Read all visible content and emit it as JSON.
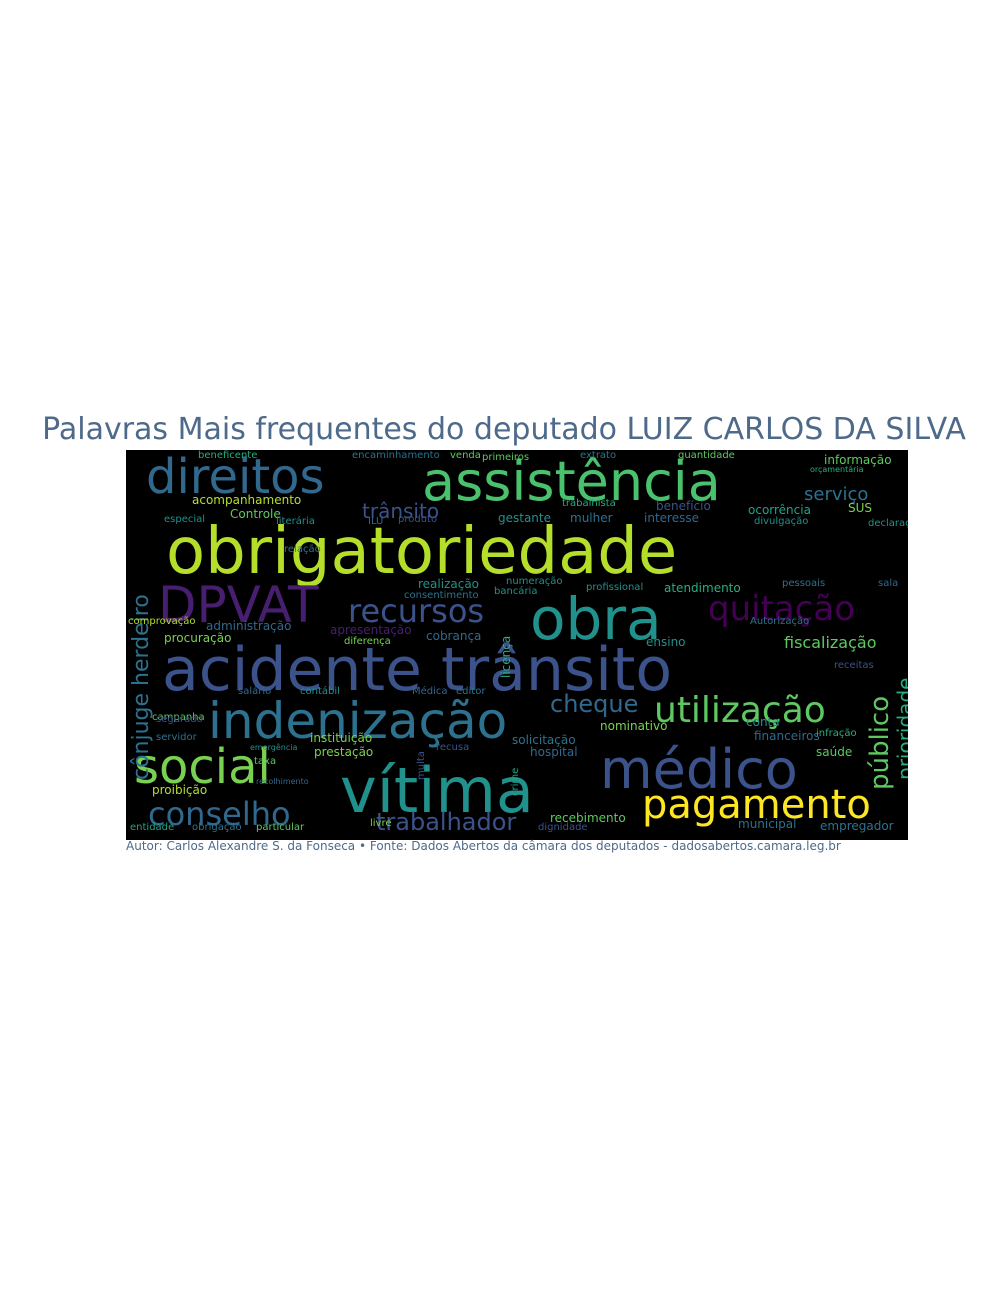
{
  "title": "Palavras Mais frequentes do deputado LUIZ CARLOS DA SILVA",
  "credit": "Autor: Carlos Alexandre S. da Fonseca • Fonte: Dados Abertos da câmara dos deputados - dadosabertos.camara.leg.br",
  "colors": {
    "title": "#4e6a8a",
    "background": "#000000"
  },
  "words": [
    {
      "text": "obrigatoriedade",
      "color": "#b5de2b"
    },
    {
      "text": "assistência",
      "color": "#4ac16d"
    },
    {
      "text": "direitos",
      "color": "#31688e"
    },
    {
      "text": "DPVAT",
      "color": "#481f70"
    },
    {
      "text": "obra",
      "color": "#21918c"
    },
    {
      "text": "recursos",
      "color": "#3b528b"
    },
    {
      "text": "quitação",
      "color": "#440154"
    },
    {
      "text": "acidente trânsito",
      "color": "#3b528b"
    },
    {
      "text": "indenização",
      "color": "#2c728e"
    },
    {
      "text": "utilização",
      "color": "#5ec962"
    },
    {
      "text": "social",
      "color": "#7ad151"
    },
    {
      "text": "vítima",
      "color": "#21918c"
    },
    {
      "text": "médico",
      "color": "#3b528b"
    },
    {
      "text": "pagamento",
      "color": "#fde725"
    },
    {
      "text": "conselho",
      "color": "#31688e"
    },
    {
      "text": "trabalhador",
      "color": "#3b528b"
    },
    {
      "text": "cônjuge herdeiro",
      "color": "#2c728e"
    },
    {
      "text": "público",
      "color": "#5ec962"
    },
    {
      "text": "cheque",
      "color": "#31688e"
    },
    {
      "text": "prioridade",
      "color": "#28ae80"
    },
    {
      "text": "trânsito",
      "color": "#3b528b"
    },
    {
      "text": "serviço",
      "color": "#2c728e"
    },
    {
      "text": "fiscalização",
      "color": "#5ec962"
    },
    {
      "text": "acompanhamento",
      "color": "#b5de2b"
    },
    {
      "text": "procuração",
      "color": "#7ad151"
    },
    {
      "text": "administração",
      "color": "#31688e"
    },
    {
      "text": "Controle",
      "color": "#5ec962"
    },
    {
      "text": "informação",
      "color": "#5ec962"
    },
    {
      "text": "ocorrência",
      "color": "#20a486"
    },
    {
      "text": "atendimento",
      "color": "#28ae80"
    },
    {
      "text": "saúde",
      "color": "#5ec962"
    },
    {
      "text": "hospital",
      "color": "#31688e"
    },
    {
      "text": "solicitação",
      "color": "#2c728e"
    },
    {
      "text": "nominativo",
      "color": "#7ad151"
    },
    {
      "text": "financeiros",
      "color": "#31688e"
    },
    {
      "text": "conta",
      "color": "#21918c"
    },
    {
      "text": "prestação",
      "color": "#7ad151"
    },
    {
      "text": "instituição",
      "color": "#7ad151"
    },
    {
      "text": "proibição",
      "color": "#b5de2b"
    },
    {
      "text": "municipal",
      "color": "#2c728e"
    },
    {
      "text": "empregador",
      "color": "#2c728e"
    },
    {
      "text": "recebimento",
      "color": "#5ec962"
    },
    {
      "text": "gestante",
      "color": "#21918c"
    },
    {
      "text": "mulher",
      "color": "#2c728e"
    },
    {
      "text": "interesse",
      "color": "#31688e"
    },
    {
      "text": "benefício",
      "color": "#3b528b"
    },
    {
      "text": "ensino",
      "color": "#21918c"
    },
    {
      "text": "cobrança",
      "color": "#31688e"
    },
    {
      "text": "licença",
      "color": "#28ae80"
    },
    {
      "text": "apresentação",
      "color": "#481f70"
    },
    {
      "text": "realização",
      "color": "#21918c"
    },
    {
      "text": "consentimento",
      "color": "#2c728e"
    },
    {
      "text": "profissional",
      "color": "#21918c"
    },
    {
      "text": "especial",
      "color": "#21918c"
    },
    {
      "text": "campanha",
      "color": "#5ec962"
    },
    {
      "text": "servidor",
      "color": "#2c728e"
    },
    {
      "text": "segurado",
      "color": "#3b528b"
    },
    {
      "text": "entidade",
      "color": "#20a486"
    },
    {
      "text": "obrigação",
      "color": "#2c728e"
    },
    {
      "text": "particular",
      "color": "#5ec962"
    },
    {
      "text": "diferença",
      "color": "#7ad151"
    },
    {
      "text": "relação",
      "color": "#2c728e"
    },
    {
      "text": "SUS",
      "color": "#7ad151"
    },
    {
      "text": "declaração",
      "color": "#21918c"
    },
    {
      "text": "divulgação",
      "color": "#21918c"
    },
    {
      "text": "infração",
      "color": "#28ae80"
    },
    {
      "text": "encaminhamento",
      "color": "#2c728e"
    },
    {
      "text": "primeiros",
      "color": "#5ec962"
    },
    {
      "text": "extrato",
      "color": "#2c728e"
    },
    {
      "text": "quantidade",
      "color": "#5ec962"
    },
    {
      "text": "beneficente",
      "color": "#28ae80"
    },
    {
      "text": "venda",
      "color": "#5ec962"
    },
    {
      "text": "trabalhista",
      "color": "#28ae80"
    },
    {
      "text": "literária",
      "color": "#21918c"
    },
    {
      "text": "produto",
      "color": "#3b528b"
    },
    {
      "text": "comprovação",
      "color": "#b5de2b"
    },
    {
      "text": "salário",
      "color": "#31688e"
    },
    {
      "text": "contábil",
      "color": "#21918c"
    },
    {
      "text": "Médica",
      "color": "#31688e"
    },
    {
      "text": "editor",
      "color": "#2c728e"
    },
    {
      "text": "taxa",
      "color": "#5ec962"
    },
    {
      "text": "Autorização",
      "color": "#2c728e"
    },
    {
      "text": "recusa",
      "color": "#3b528b"
    },
    {
      "text": "livre",
      "color": "#7ad151"
    },
    {
      "text": "crime",
      "color": "#20a486"
    },
    {
      "text": "dignidade",
      "color": "#3b528b"
    },
    {
      "text": "numeração",
      "color": "#21918c"
    },
    {
      "text": "bancária",
      "color": "#21918c"
    },
    {
      "text": "pessoais",
      "color": "#2c728e"
    },
    {
      "text": "sala",
      "color": "#31688e"
    },
    {
      "text": "receitas",
      "color": "#3b528b"
    },
    {
      "text": "multa",
      "color": "#3b528b"
    },
    {
      "text": "orçamentária",
      "color": "#28ae80"
    },
    {
      "text": "emergência",
      "color": "#21918c"
    },
    {
      "text": "recolhimento",
      "color": "#31688e"
    },
    {
      "text": "ILU",
      "color": "#31688e"
    }
  ]
}
